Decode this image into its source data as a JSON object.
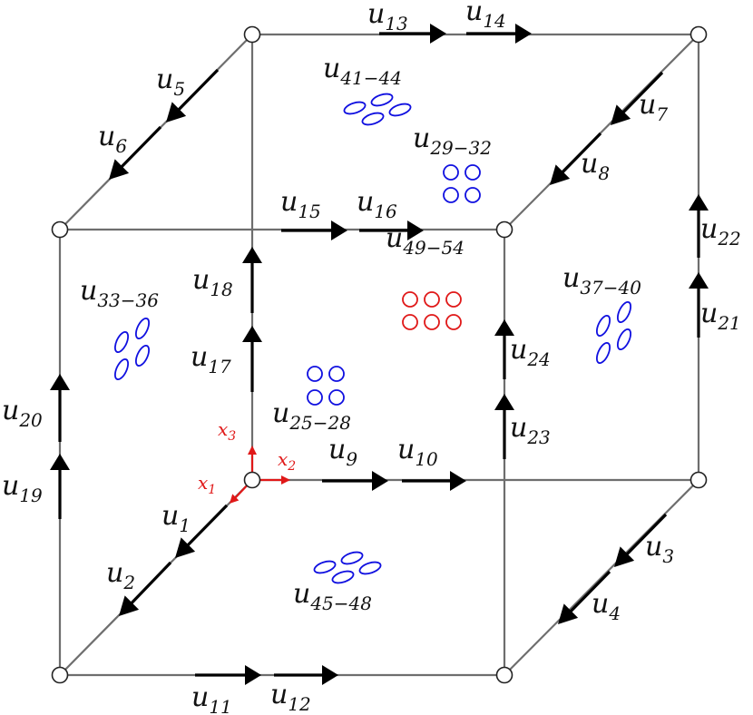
{
  "diagram": {
    "edge_arrows": [
      {
        "base": "u",
        "sub": "1"
      },
      {
        "base": "u",
        "sub": "2"
      },
      {
        "base": "u",
        "sub": "3"
      },
      {
        "base": "u",
        "sub": "4"
      },
      {
        "base": "u",
        "sub": "5"
      },
      {
        "base": "u",
        "sub": "6"
      },
      {
        "base": "u",
        "sub": "7"
      },
      {
        "base": "u",
        "sub": "8"
      },
      {
        "base": "u",
        "sub": "9"
      },
      {
        "base": "u",
        "sub": "10"
      },
      {
        "base": "u",
        "sub": "11"
      },
      {
        "base": "u",
        "sub": "12"
      },
      {
        "base": "u",
        "sub": "13"
      },
      {
        "base": "u",
        "sub": "14"
      },
      {
        "base": "u",
        "sub": "15"
      },
      {
        "base": "u",
        "sub": "16"
      },
      {
        "base": "u",
        "sub": "17"
      },
      {
        "base": "u",
        "sub": "18"
      },
      {
        "base": "u",
        "sub": "19"
      },
      {
        "base": "u",
        "sub": "20"
      },
      {
        "base": "u",
        "sub": "21"
      },
      {
        "base": "u",
        "sub": "22"
      },
      {
        "base": "u",
        "sub": "23"
      },
      {
        "base": "u",
        "sub": "24"
      }
    ],
    "face_groups": [
      {
        "base": "u",
        "sub": "25−28",
        "color": "#1010e0"
      },
      {
        "base": "u",
        "sub": "29−32",
        "color": "#1010e0"
      },
      {
        "base": "u",
        "sub": "33−36",
        "color": "#1010e0"
      },
      {
        "base": "u",
        "sub": "37−40",
        "color": "#1010e0"
      },
      {
        "base": "u",
        "sub": "41−44",
        "color": "#1010e0"
      },
      {
        "base": "u",
        "sub": "45−48",
        "color": "#1010e0"
      },
      {
        "base": "u",
        "sub": "49−54",
        "color": "#e01818"
      }
    ],
    "axes": [
      {
        "base": "x",
        "sub": "1"
      },
      {
        "base": "x",
        "sub": "2"
      },
      {
        "base": "x",
        "sub": "3"
      }
    ],
    "colors": {
      "edge": "#6e6e6e",
      "arrow": "#000000",
      "axis": "#e01818",
      "blue_dof": "#1010e0",
      "red_dof": "#e01818"
    }
  }
}
